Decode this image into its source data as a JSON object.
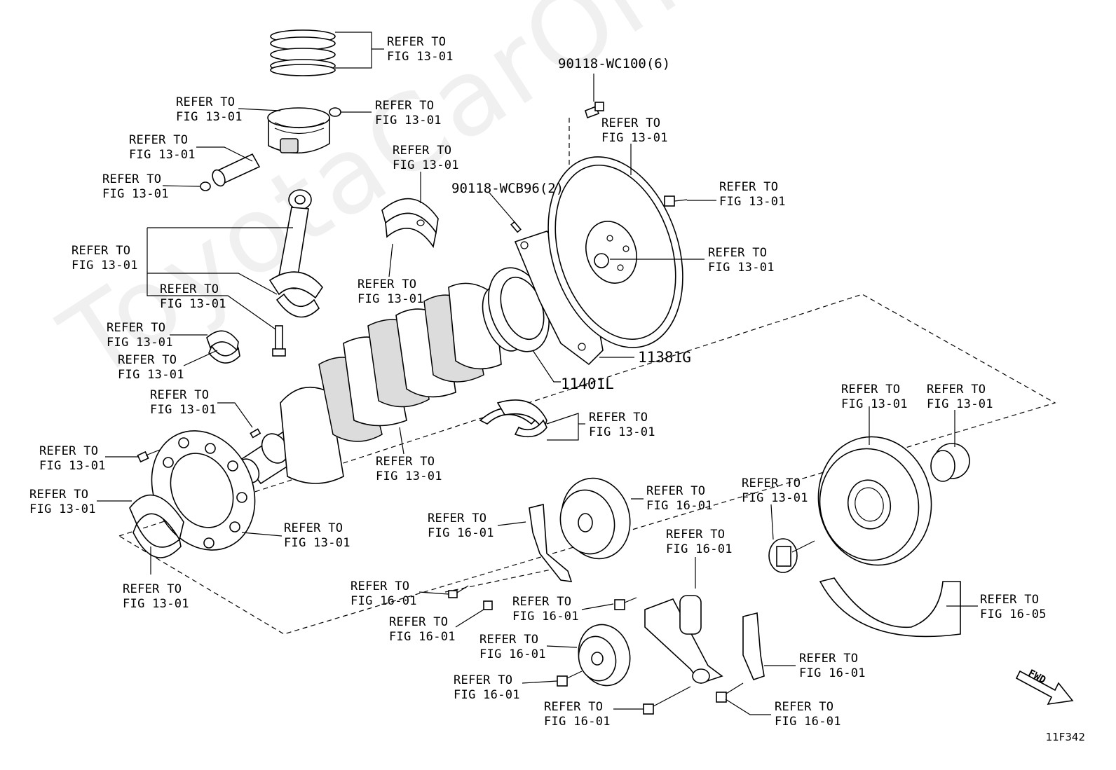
{
  "watermark": "ToyotaCarOnline.ru",
  "figure_code": "11F342",
  "fwd_label": "FWD",
  "part_numbers": {
    "bolt_6": "90118-WC100(6)",
    "pin_2": "90118-WCB96(2)",
    "seal_retainer": "11381G",
    "oil_seal": "11401L"
  },
  "refs": [
    "REFER TO\nFIG 13-01",
    "REFER TO\nFIG 13-01",
    "REFER TO\nFIG 13-01",
    "REFER TO\nFIG 13-01",
    "REFER TO\nFIG 13-01",
    "REFER TO\nFIG 13-01",
    "REFER TO\nFIG 13-01",
    "REFER TO\nFIG 13-01",
    "REFER TO\nFIG 13-01",
    "REFER TO\nFIG 13-01",
    "REFER TO\nFIG 13-01",
    "REFER TO\nFIG 13-01",
    "REFER TO\nFIG 13-01",
    "REFER TO\nFIG 13-01",
    "REFER TO\nFIG 13-01",
    "REFER TO\nFIG 13-01",
    "REFER TO\nFIG 13-01",
    "REFER TO\nFIG 13-01",
    "REFER TO\nFIG 13-01",
    "REFER TO\nFIG 13-01",
    "REFER TO\nFIG 13-01",
    "REFER TO\nFIG 13-01",
    "REFER TO\nFIG 13-01",
    "REFER TO\nFIG 13-01",
    "REFER TO\nFIG 16-01",
    "REFER TO\nFIG 16-01",
    "REFER TO\nFIG 16-01",
    "REFER TO\nFIG 16-01",
    "REFER TO\nFIG 16-01",
    "REFER TO\nFIG 16-01",
    "REFER TO\nFIG 16-01",
    "REFER TO\nFIG 16-01",
    "REFER TO\nFIG 16-01",
    "REFER TO\nFIG 16-01",
    "REFER TO\nFIG 16-01",
    "REFER TO\nFIG 16-05"
  ]
}
